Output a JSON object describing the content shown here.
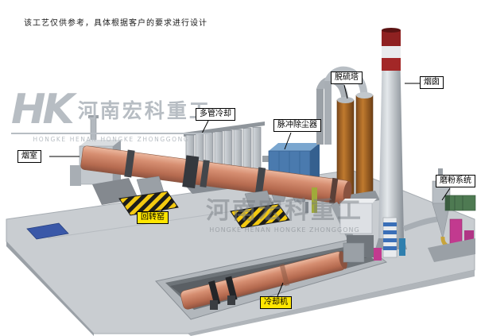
{
  "disclaimer": "该工艺仅供参考，具体根据客户的要求进行设计",
  "watermark_logo": {
    "initials": "HK",
    "name_cn": "河南宏科重工",
    "name_en": "HONGKE HENAN HONGKE ZHONGGONG"
  },
  "watermark_center": {
    "name_cn": "河南宏科重工",
    "name_en": "HONGKE HENAN HONGKE ZHONGGONG"
  },
  "equipment_labels": {
    "smoke_chamber": "烟室",
    "multi_tube_cooler": "多管冷却",
    "pulse_dust_collector": "脉冲除尘器",
    "desulfurization_tower": "脱硫塔",
    "chimney": "烟囱",
    "milling_system": "磨粉系统",
    "rotary_kiln": "回转窑",
    "cooling_machine": "冷却机"
  },
  "colors": {
    "kiln_body": "#d08a6f",
    "label_highlight": "#ffe600",
    "dust_collector_blue": "#4a7aae",
    "desulf_tower_orange": "#c07a2e",
    "chimney_band_red": "#8f2121",
    "platform_gray": "#c9cdd1",
    "hazard_yellow": "#f4ca10",
    "magenta_equipment": "#c23a8f",
    "green_equipment": "#4e7a52"
  }
}
